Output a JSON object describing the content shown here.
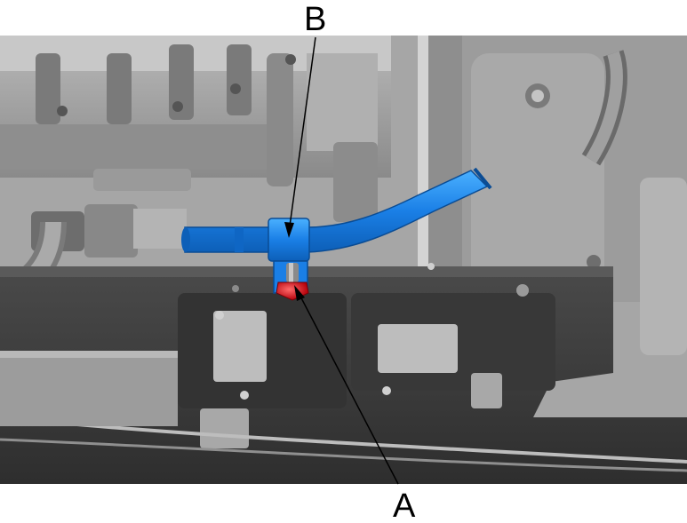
{
  "callouts": {
    "a": {
      "letter": "A",
      "part": "bolt"
    },
    "b": {
      "letter": "B",
      "part": "coolant-pipe"
    }
  },
  "colors": {
    "pipe_highlight": "#1a7fe6",
    "bolt_highlight": "#e8121c",
    "engine_metal": "#9a9a9a",
    "bracket_dark": "#3d3d3d",
    "background": "#ffffff"
  }
}
